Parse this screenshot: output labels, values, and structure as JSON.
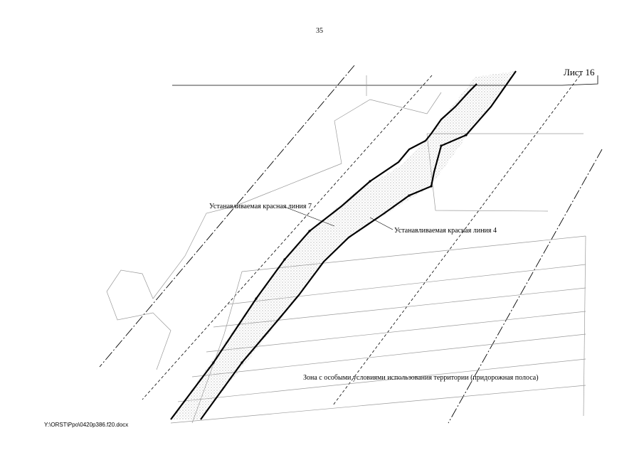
{
  "header": {
    "page_number": "35"
  },
  "sheet": {
    "label": "Лист 16"
  },
  "labels": {
    "red_line_7": "Устанавливаемая красная линия 7",
    "red_line_4": "Устанавливаемая красная линия 4",
    "roadside_zone": "Зона с особыми условиями использования территории (придорожная полоса)"
  },
  "footer": {
    "file_path": "Y:\\ORST\\Ppo\\0420p386.f20.docx"
  },
  "colors": {
    "line": "#000000",
    "thin_line": "#9a9a9a",
    "hatch": "#bdbdbd"
  }
}
